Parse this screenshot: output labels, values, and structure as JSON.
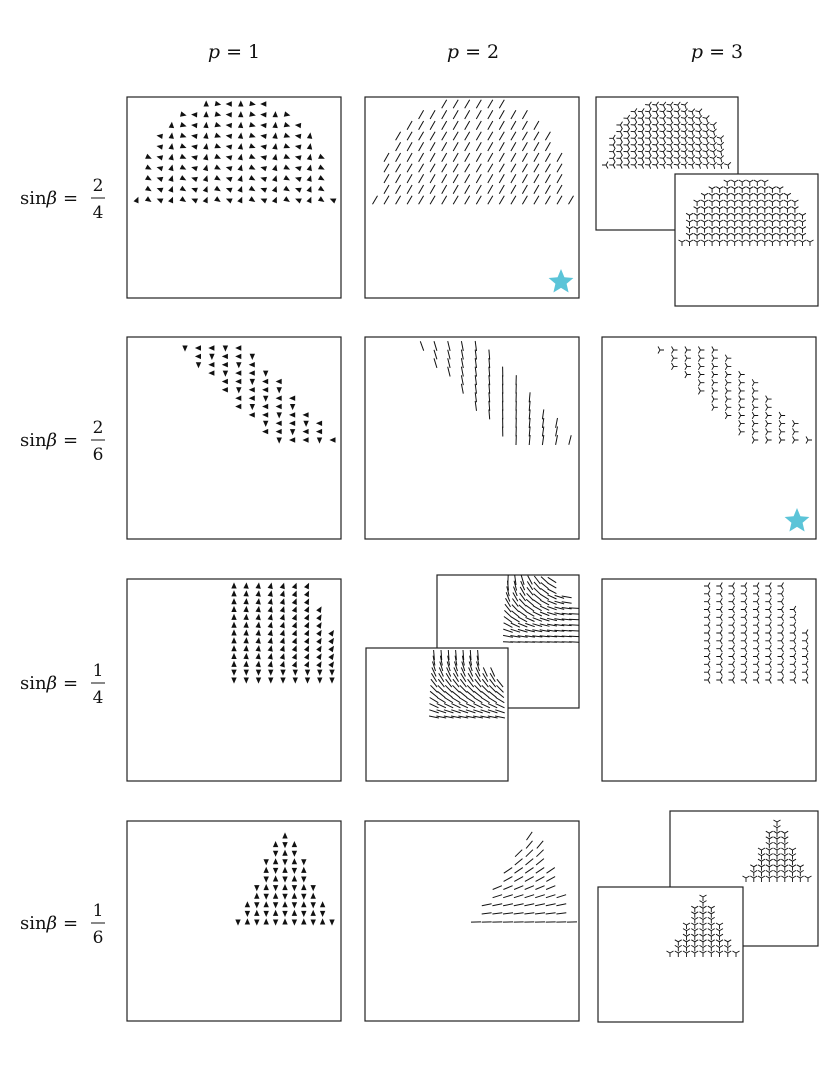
{
  "columns": [
    {
      "var": "p",
      "eq": "=",
      "val": "1"
    },
    {
      "var": "p",
      "eq": "=",
      "val": "2"
    },
    {
      "var": "p",
      "eq": "=",
      "val": "3"
    }
  ],
  "rows": [
    {
      "fn": "sin",
      "var": "β",
      "eq": "=",
      "num": "2",
      "den": "4"
    },
    {
      "fn": "sin",
      "var": "β",
      "eq": "=",
      "num": "2",
      "den": "6"
    },
    {
      "fn": "sin",
      "var": "β",
      "eq": "=",
      "num": "1",
      "den": "4"
    },
    {
      "fn": "sin",
      "var": "β",
      "eq": "=",
      "num": "1",
      "den": "6"
    }
  ],
  "marked_cells": [
    "r1c2",
    "r2c3"
  ],
  "colors": {
    "star": "#5bc4d8",
    "ink": "#111111",
    "frame": "#222222"
  },
  "glyphs": {
    "p1": "triangle",
    "p2": "dash",
    "p3": "three-prong"
  }
}
